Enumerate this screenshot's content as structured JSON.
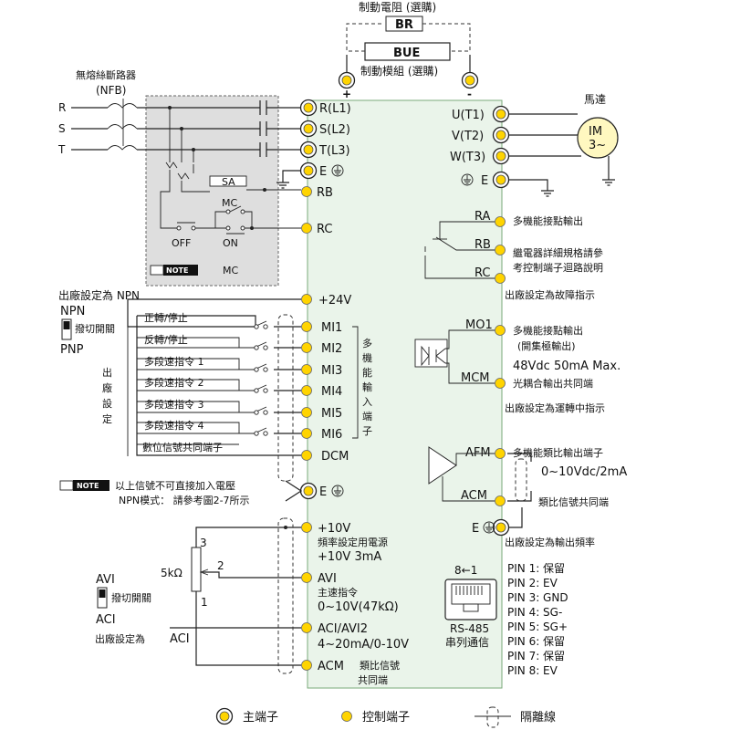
{
  "top": {
    "braking_resistor_note": "制動電阻 (選購)",
    "br_label": "BR",
    "bue_label": "BUE",
    "braking_module_note": "制動模組 (選購)",
    "plus": "+",
    "minus": "-"
  },
  "breaker": {
    "title": "無熔絲斷路器",
    "abbr": "(NFB)",
    "phases": [
      "R",
      "S",
      "T"
    ]
  },
  "optional_circuit": {
    "sa": "SA",
    "mc": "MC",
    "off": "OFF",
    "on": "ON",
    "mc2": "MC",
    "note": "NOTE"
  },
  "inputs": {
    "power_terminals": [
      "R(L1)",
      "S(L2)",
      "T(L3)"
    ],
    "e": "E",
    "rb": "RB",
    "rc": "RC",
    "v24": "+24V",
    "mi": [
      "MI1",
      "MI2",
      "MI3",
      "MI4",
      "MI5",
      "MI6"
    ],
    "dcm": "DCM",
    "multi_input_vertical": "多機能輸入端子"
  },
  "npn_block": {
    "factory_npn": "出廠設定為 NPN",
    "npn": "NPN",
    "switch": "撥切開關",
    "pnp": "PNP",
    "factory_setting_vertical": "出廠設定",
    "func": [
      "正轉/停止",
      "反轉/停止",
      "多段速指令  1",
      "多段速指令  2",
      "多段速指令  3",
      "多段速指令  4"
    ],
    "common": "數位信號共同端子",
    "note_badge": "NOTE",
    "note_text": "以上信號不可直接加入電壓",
    "npn_mode": "NPN模式： 請參考圖2-7所示"
  },
  "analog_in": {
    "v10": "+10V",
    "v10_desc1": "頻率設定用電源",
    "v10_desc2": "+10V 3mA",
    "avi": "AVI",
    "avi_desc1": "主速指令",
    "avi_desc2": "0~10V(47kΩ)",
    "aci": "ACI/AVI2",
    "aci_desc": "4~20mA/0-10V",
    "acm": "ACM",
    "acm_desc1": "類比信號",
    "acm_desc2": "共同端",
    "pot": "5kΩ",
    "pin3": "3",
    "pin2": "2",
    "pin1": "1",
    "avi_sel": "AVI",
    "sel_switch": "撥切開關",
    "aci_sel": "ACI",
    "factory_aci": "出廠設定為",
    "aci_end": "ACI"
  },
  "outputs": {
    "motor_label": "馬達",
    "motor_im": "IM",
    "motor_phase": "3~",
    "terminals": [
      "U(T1)",
      "V(T2)",
      "W(T3)"
    ],
    "e": "E",
    "ra": "RA",
    "rb": "RB",
    "rc": "RC",
    "relay_title": "多機能接點輸出",
    "relay_desc1": "繼電器詳細規格請參",
    "relay_desc2": "考控制端子迴路說明",
    "relay_factory": "出廠設定為故障指示",
    "mo1": "MO1",
    "mcm": "MCM",
    "oc_title": "多機能接點輸出",
    "oc_desc1": "(開集極輸出)",
    "oc_desc2": "48Vdc 50mA Max.",
    "oc_common": "光耦合輸出共同端",
    "oc_factory": "出廠設定為運轉中指示",
    "afm": "AFM",
    "afm_title": "多機能類比輸出端子",
    "afm_range": "0~10Vdc/2mA",
    "acm": "ACM",
    "acm_desc": "類比信號共同端",
    "e2": "E",
    "afm_factory": "出廠設定為輸出頻率"
  },
  "rs485": {
    "pins_label": "8←1",
    "name1": "RS-485",
    "name2": "串列通信",
    "pin_list": [
      "PIN 1: 保留",
      "PIN 2: EV",
      "PIN 3: GND",
      "PIN 4: SG-",
      "PIN 5: SG+",
      "PIN 6: 保留",
      "PIN 7: 保留",
      "PIN 8: EV"
    ]
  },
  "legend": {
    "main": "主端子",
    "control": "控制端子",
    "shield": "隔離線"
  },
  "colors": {
    "panel": "#eaf4ea",
    "panel_border": "#7aaa7a",
    "terminal_yellow": "#ffd400",
    "optional_box": "#dedede"
  }
}
